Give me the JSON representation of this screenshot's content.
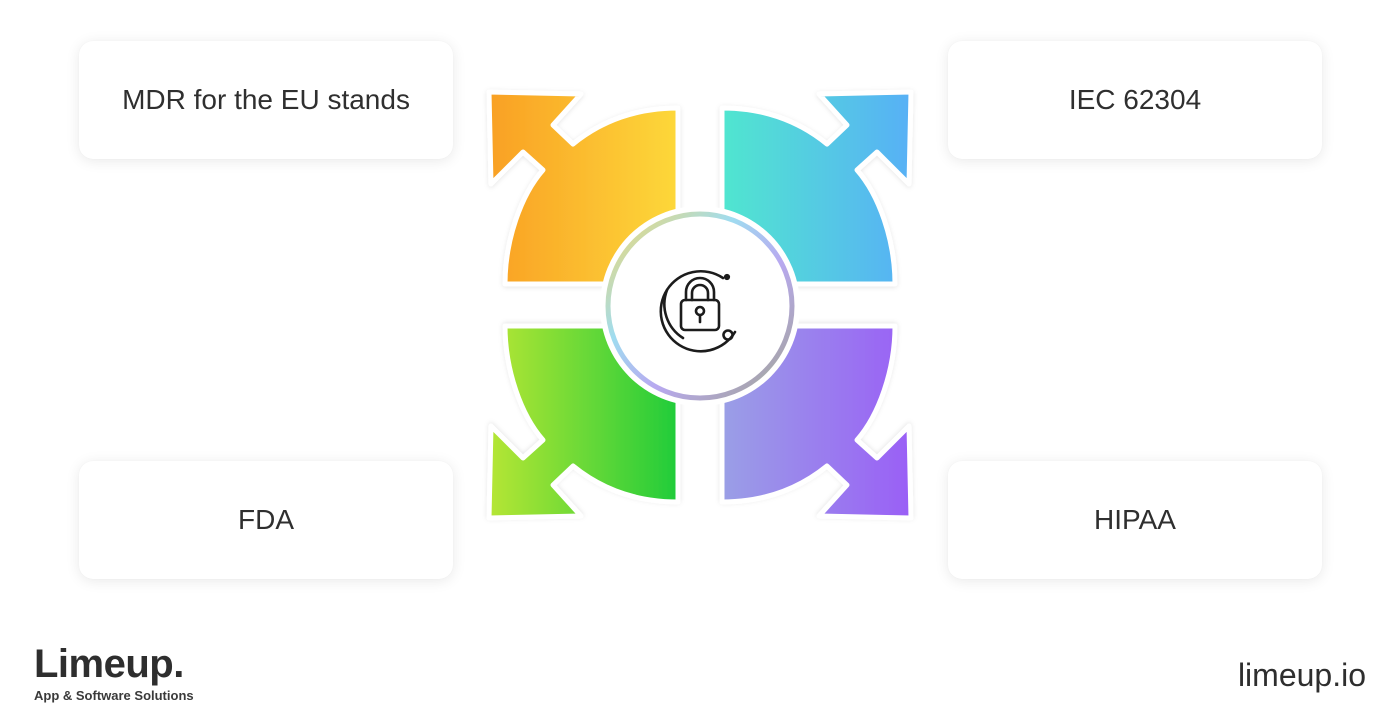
{
  "cards": {
    "top_left": "MDR for the EU stands",
    "top_right": "IEC 62304",
    "bottom_left": "FDA",
    "bottom_right": "HIPAA"
  },
  "center": {
    "icon": "padlock-icon"
  },
  "arrows": [
    {
      "id": "top-left",
      "colors": [
        "#f9a024",
        "#fdd83a"
      ]
    },
    {
      "id": "top-right",
      "colors": [
        "#58b0f6",
        "#50e6cf"
      ]
    },
    {
      "id": "bottom-left",
      "colors": [
        "#b6e634",
        "#20cc3a"
      ]
    },
    {
      "id": "bottom-right",
      "colors": [
        "#9a5ff6",
        "#9a9fe6"
      ]
    }
  ],
  "footer": {
    "brand": "Limeup",
    "brand_dot": ".",
    "tagline": "App & Software Solutions",
    "site": "limeup.io"
  }
}
